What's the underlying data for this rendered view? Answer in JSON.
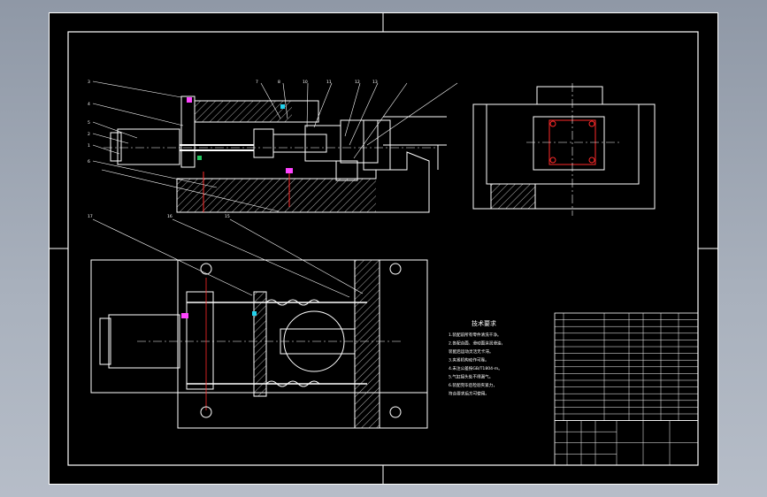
{
  "colors": {
    "viewport_background": "#a4acb8",
    "canvas": "#000000",
    "line": "#ffffff",
    "accent_red": "#ff2a2a",
    "accent_magenta": "#ff44ff",
    "accent_cyan": "#22d3ee",
    "accent_green": "#22c55e"
  },
  "drawing": {
    "balloons_top": [
      "3",
      "4",
      "5",
      "2",
      "1",
      "6",
      "7",
      "8",
      "10",
      "11",
      "12",
      "13"
    ],
    "balloons_bottom": [
      "17",
      "16",
      "15"
    ],
    "tech_requirements": {
      "title": "技术要求",
      "lines": [
        "1.装配前所有零件清洗干净。",
        "2.各配合面、滑动面涂润滑油，",
        "  装配后运动灵活无卡滞。",
        "3.夹紧机构动作可靠。",
        "4.未注公差按GB/T1804-m。",
        "5.气缸接头处不得漏气。",
        "6.装配完毕后检验夹紧力，",
        "  符合要求后方可使用。"
      ]
    }
  }
}
